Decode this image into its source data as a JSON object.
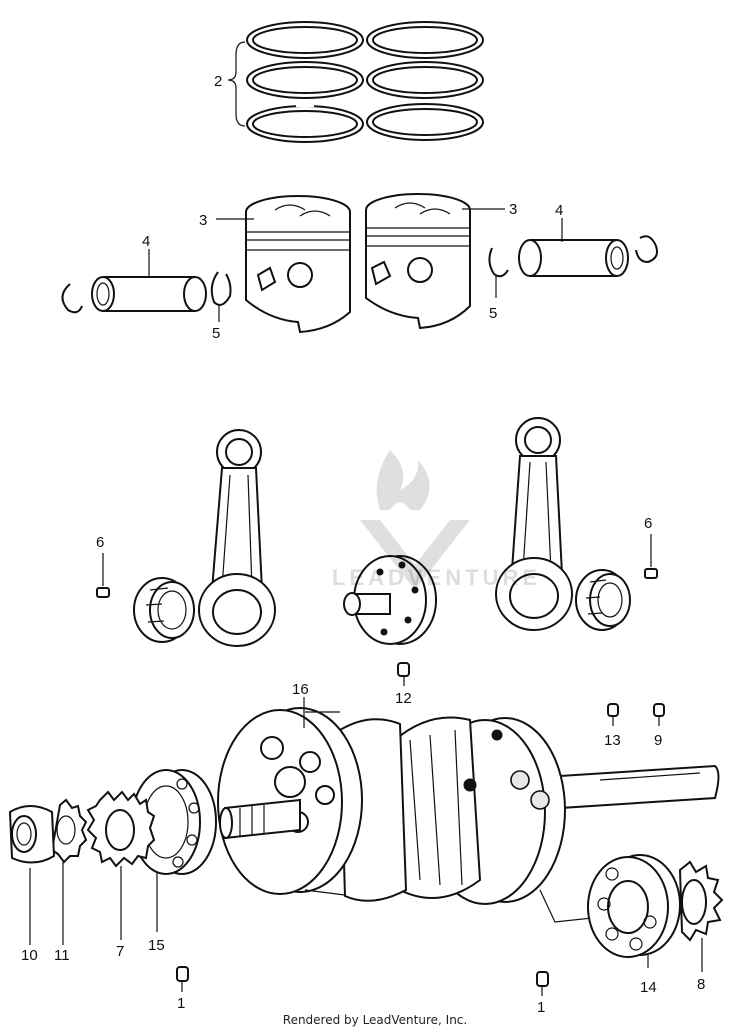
{
  "watermark": {
    "text": "LEADVENTURE"
  },
  "credit": "Rendered by LeadVenture, Inc.",
  "callouts": {
    "c2": "2",
    "c3a": "3",
    "c3b": "3",
    "c4a": "4",
    "c4b": "4",
    "c5a": "5",
    "c5b": "5",
    "c6a": "6",
    "c6b": "6",
    "c16": "16",
    "c12": "12",
    "c13": "13",
    "c9": "9",
    "c10": "10",
    "c11": "11",
    "c7": "7",
    "c15": "15",
    "c1a": "1",
    "c1b": "1",
    "c14": "14",
    "c8": "8"
  }
}
